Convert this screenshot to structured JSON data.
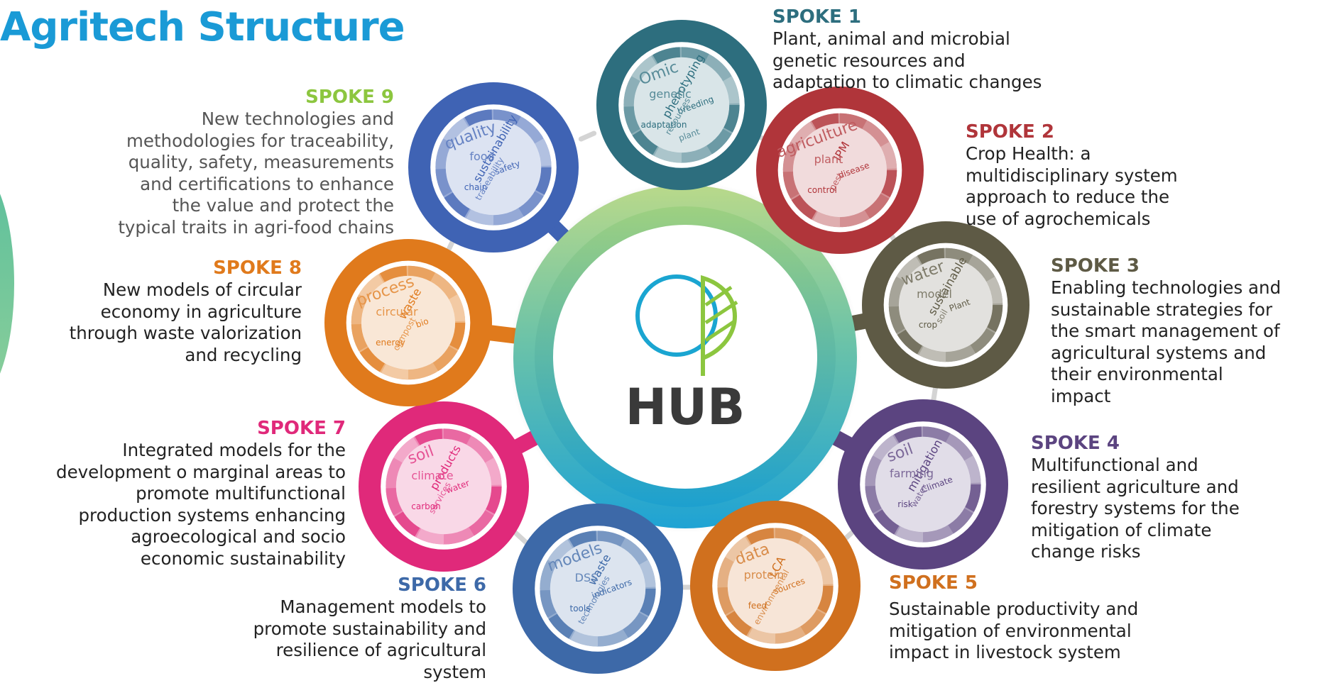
{
  "title": "Agritech Structure",
  "hub": {
    "label": "HUB"
  },
  "colors": {
    "title": "#1a9ad6",
    "hub_ring_outer": "#6fc3a6",
    "hub_ring_inner": "#2aa7c9",
    "hub_text": "#3a3a3a",
    "logo_circle": "#1aa5d1",
    "logo_leaf": "#8cc63f"
  },
  "spokes": [
    {
      "id": "1",
      "title": "SPOKE 1",
      "color": "#2d6e7e",
      "lines": [
        "Plant, animal and microbial",
        "genetic resources and",
        "adaptation to climatic changes"
      ],
      "words": [
        "Omic",
        "phenotyping",
        "genetic",
        "breeding",
        "resources",
        "adaptation",
        "plant"
      ]
    },
    {
      "id": "2",
      "title": "SPOKE 2",
      "color": "#b0353a",
      "lines": [
        "Crop Health: a",
        "multidisciplinary system",
        "approach to reduce the",
        "use of agrochemicals"
      ],
      "words": [
        "agriculture",
        "IPM",
        "plant",
        "disease",
        "pest",
        "control"
      ]
    },
    {
      "id": "3",
      "title": "SPOKE 3",
      "color": "#5e5a45",
      "lines": [
        "Enabling technologies and",
        "sustainable strategies for",
        "the smart management of",
        "agricultural systems and",
        "their environmental",
        "impact"
      ],
      "words": [
        "water",
        "sustainable",
        "model",
        "Plant",
        "soil",
        "crop"
      ]
    },
    {
      "id": "4",
      "title": "SPOKE 4",
      "color": "#5b4480",
      "lines": [
        "Multifunctional and",
        "resilient agriculture and",
        "forestry systems for the",
        "mitigation of climate",
        "change risks"
      ],
      "words": [
        "soil",
        "mitigation",
        "farming",
        "Climate",
        "water",
        "risk"
      ]
    },
    {
      "id": "5",
      "title": "SPOKE 5",
      "color": "#d0701e",
      "lines": [
        "Sustainable productivity and",
        "mitigation of environmental",
        "impact in livestock system"
      ],
      "words": [
        "data",
        "LCA",
        "protein",
        "sources",
        "environmental",
        "feed"
      ]
    },
    {
      "id": "6",
      "title": "SPOKE 6",
      "color": "#3d69a8",
      "lines": [
        "Management models to",
        "promote sustainability and",
        "resilience of agricultural",
        "system"
      ],
      "words": [
        "models",
        "waste",
        "DSS",
        "indicators",
        "technologies",
        "tools"
      ]
    },
    {
      "id": "7",
      "title": "SPOKE 7",
      "color": "#e0297a",
      "lines": [
        "Integrated models for the",
        "development o marginal areas to",
        "promote multifunctional",
        "production systems enhancing",
        "agroecological and socio",
        "economic sustainability"
      ],
      "words": [
        "soil",
        "products",
        "climate",
        "water",
        "services",
        "carbon"
      ]
    },
    {
      "id": "8",
      "title": "SPOKE 8",
      "color": "#e07a1c",
      "lines": [
        "New models of circular",
        "economy in agriculture",
        "through waste valorization",
        "and recycling"
      ],
      "words": [
        "process",
        "waste",
        "circular",
        "bio",
        "compost",
        "energy"
      ]
    },
    {
      "id": "9",
      "title": "SPOKE 9",
      "color": "#3f63b4",
      "lines": [
        "New technologies and",
        "methodologies for traceability,",
        "quality, safety, measurements",
        "and certifications to enhance",
        "the value and protect the",
        "typical traits in agri-food chains"
      ],
      "words": [
        "quality",
        "sustainability",
        "food",
        "safety",
        "traceability",
        "chain"
      ]
    }
  ]
}
